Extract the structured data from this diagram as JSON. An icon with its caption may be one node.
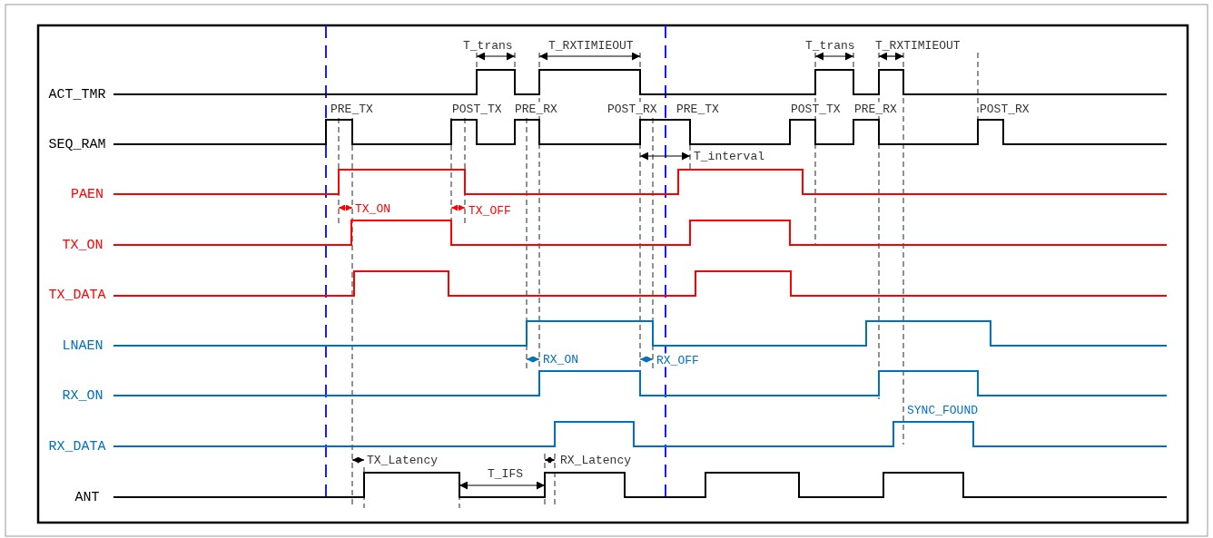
{
  "diagram": {
    "labels": [
      "T_trans",
      "T_RXTIMIEOUT",
      "T_trans",
      "T_RXTIMIEOUT",
      "ACT_TMR",
      "PRE_TX",
      "POST_TX",
      "PRE_RX",
      "POST_RX",
      "PRE_TX",
      "POST_TX",
      "PRE_RX",
      "POST_RX",
      "SEQ_RAM",
      "T_interval",
      "PAEN",
      "TX_ON",
      "TX_OFF",
      "TX_ON",
      "TX_DATA",
      "LNAEN",
      "RX_ON",
      "RX_OFF",
      "RX_ON",
      "SYNC_FOUND",
      "RX_DATA",
      "TX_Latency",
      "RX_Latency",
      "T_IFS",
      "ANT"
    ]
  }
}
